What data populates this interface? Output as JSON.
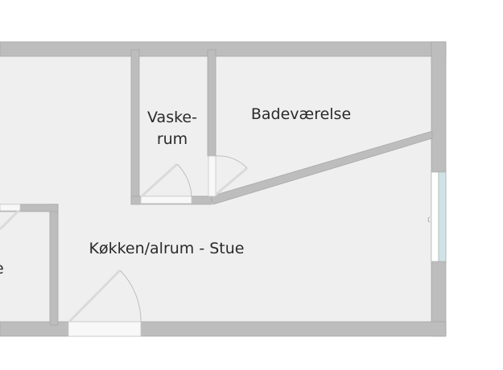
{
  "rooms": {
    "laundry_line1": "Vaske-",
    "laundry_line2": "rum",
    "bathroom": "Badeværelse",
    "kitchen_living": "Køkken/alrum - Stue",
    "cut_off_room": "e"
  },
  "colors": {
    "wall": "#bdbdbd",
    "floor": "#efefef",
    "window_glass": "#cfe3e6"
  }
}
